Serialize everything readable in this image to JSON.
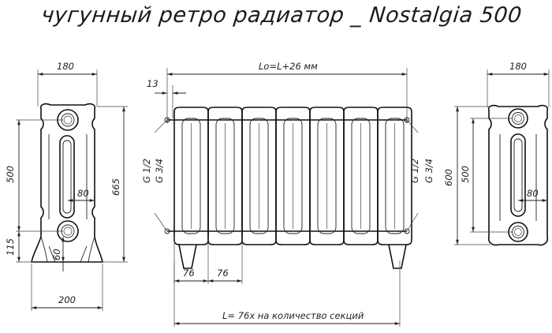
{
  "title": "чугунный ретро радиатор _ Nostalgia 500",
  "left_view": {
    "width_top": "180",
    "height_axis": "500",
    "height_total": "665",
    "bottom_offset": "115",
    "inner_gap": "80",
    "foot_gap": "60",
    "base_width": "200"
  },
  "front_view": {
    "overall_length": "Lo=L+26 мм",
    "edge_offset": "13",
    "thread_left_1": "G 1/2",
    "thread_left_2": "G 3/4",
    "thread_right_1": "G 1/2",
    "thread_right_2": "G 3/4",
    "pitch_1": "76",
    "pitch_2": "76",
    "length_formula": "L= 76х на количество секций"
  },
  "right_view": {
    "width_top": "180",
    "height_axis": "500",
    "height_total": "600",
    "inner_gap": "80"
  }
}
